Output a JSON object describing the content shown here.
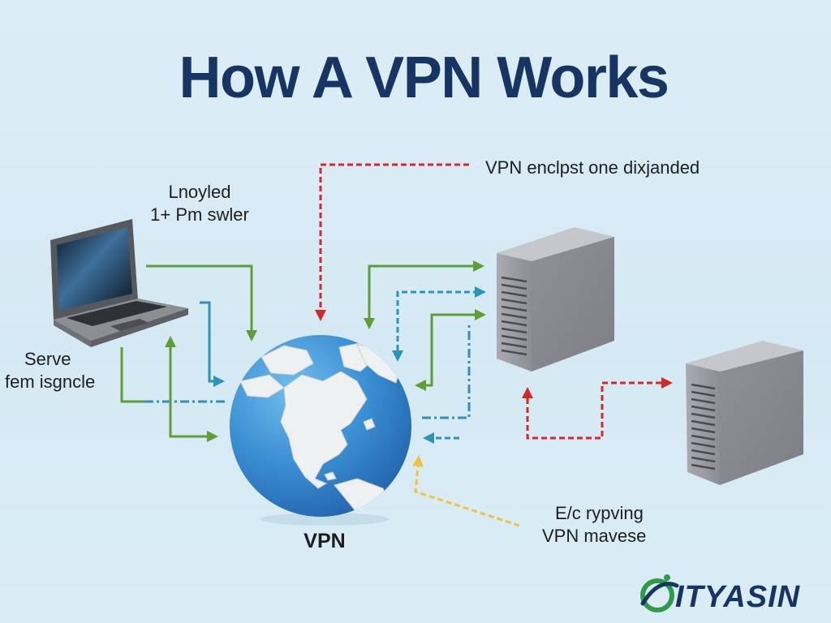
{
  "title": "How A VPN Works",
  "labels": {
    "top_right": "VPN enclpst one dixjanded",
    "laptop_line1": "Lnoyled",
    "laptop_line2": "1+ Pm swler",
    "left_line1": "Serve",
    "left_line2": "fem isgncle",
    "globe": "VPN",
    "bottom_right_line1": "E/c rypving",
    "bottom_right_line2": "VPN mavese"
  },
  "logo": {
    "text": "ITYASIN",
    "icon": "globe-swoosh-icon"
  },
  "diagram": {
    "nodes": [
      {
        "id": "laptop",
        "icon": "laptop-icon"
      },
      {
        "id": "globe",
        "icon": "globe-icon"
      },
      {
        "id": "server-1",
        "icon": "server-icon"
      },
      {
        "id": "server-2",
        "icon": "server-icon"
      }
    ]
  },
  "colors": {
    "title": "#173563",
    "red": "#d32a27",
    "green": "#5e9f35",
    "teal": "#2a94b9",
    "yellow": "#efc43b",
    "globe": "#3a8fd3"
  }
}
